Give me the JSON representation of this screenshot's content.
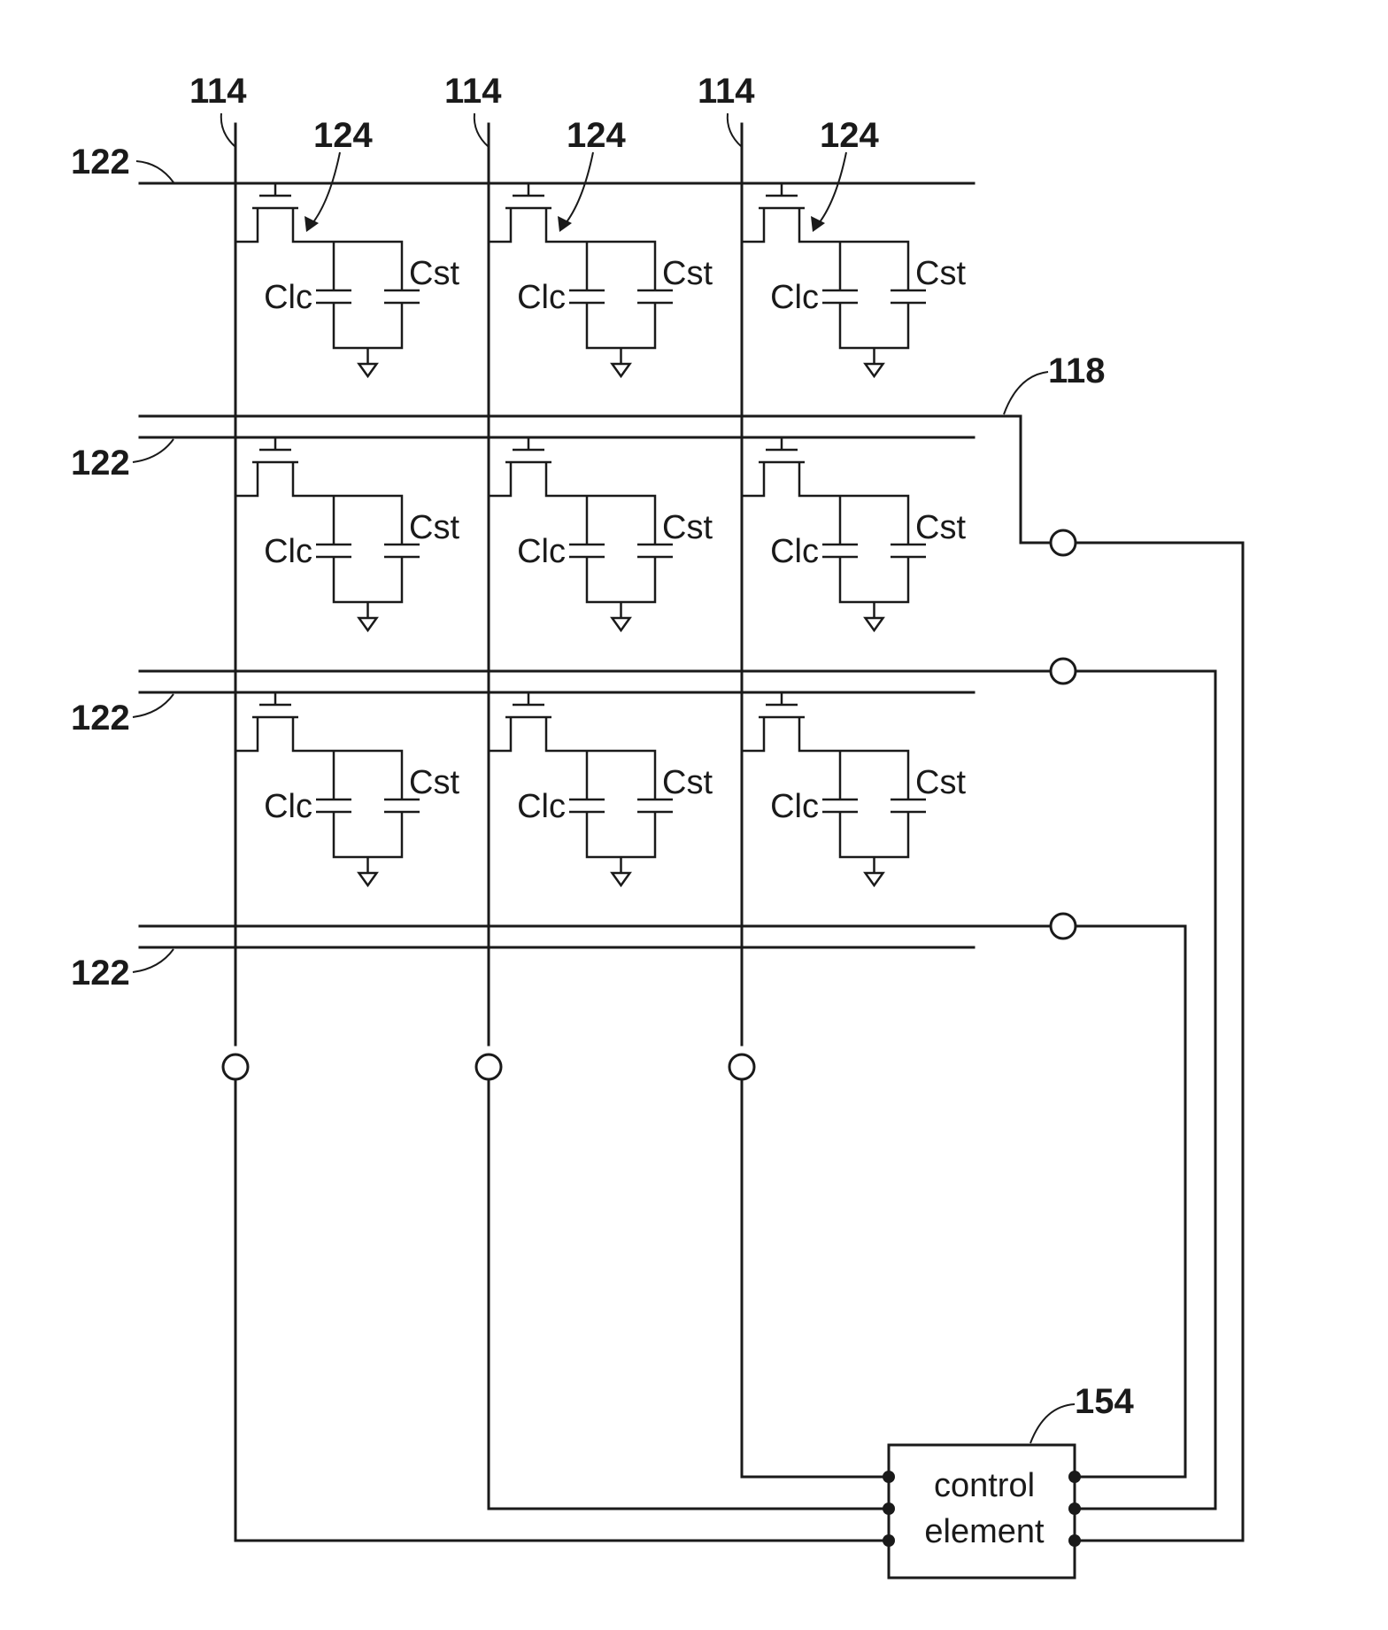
{
  "refs": {
    "data_line": "114",
    "scan_line": "122",
    "switch": "124",
    "common_line": "118",
    "control": "154"
  },
  "cell": {
    "lc_cap": "Clc",
    "st_cap": "Cst"
  },
  "control_element": {
    "line1": "control",
    "line2": "element"
  }
}
